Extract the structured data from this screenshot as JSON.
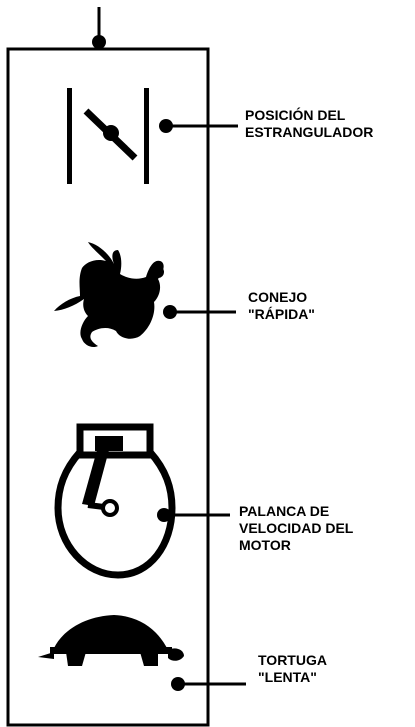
{
  "labels": {
    "choke": "POSICIÓN DEL\nESTRANGULADOR",
    "rabbit": "CONEJO\n\"RÁPIDA\"",
    "lever": "PALANCA DE\nVELOCIDAD DEL\nMOTOR",
    "turtle": "TORTUGA\n\"LENTA\""
  },
  "colors": {
    "ink": "#000000",
    "paper": "#ffffff"
  },
  "icons": [
    "choke-icon",
    "rabbit-icon",
    "speed-lever-icon",
    "turtle-icon"
  ]
}
